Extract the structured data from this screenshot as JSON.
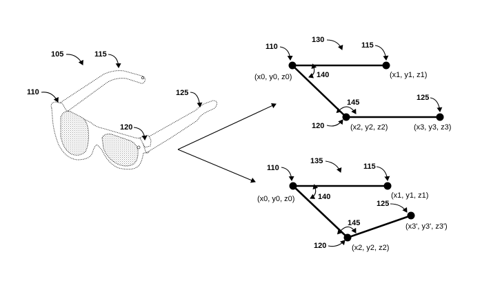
{
  "figure": {
    "glasses": {
      "labels": {
        "device": "105",
        "hinge_left": "110",
        "temple_left": "115",
        "hinge_right": "120",
        "temple_right": "125"
      }
    },
    "model_top": {
      "label": "130",
      "points": [
        {
          "ref": "110",
          "coord": "(x0, y0, z0)"
        },
        {
          "ref": "115",
          "coord": "(x1, y1, z1)"
        },
        {
          "ref": "120",
          "coord": "(x2, y2, z2)"
        },
        {
          "ref": "125",
          "coord": "(x3, y3, z3)"
        }
      ],
      "angles": {
        "first": "140",
        "second": "145"
      }
    },
    "model_bottom": {
      "label": "135",
      "points": [
        {
          "ref": "110",
          "coord": "(x0, y0, z0)"
        },
        {
          "ref": "115",
          "coord": "(x1, y1, z1)"
        },
        {
          "ref": "120",
          "coord": "(x2, y2, z2)"
        },
        {
          "ref": "125",
          "coord": "(x3', y3', z3')"
        }
      ],
      "angles": {
        "first": "140",
        "second": "145"
      }
    }
  }
}
